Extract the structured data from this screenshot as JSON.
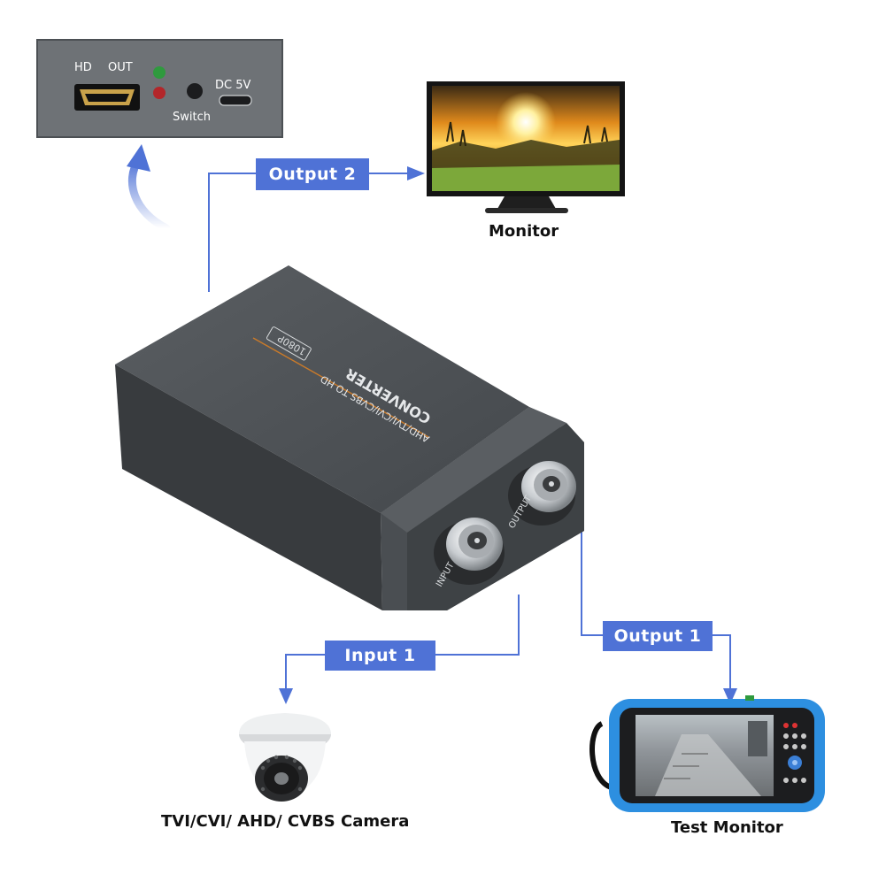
{
  "colors": {
    "accent": "#4f72d6",
    "device_body": "#4c5054",
    "device_dark": "#34383b",
    "panel_face": "#6e7276",
    "hdmi_gold": "#c9a24a",
    "led_green": "#2f9a3e",
    "led_red": "#b3262a",
    "tester_blue": "#2d8fe0"
  },
  "inset_panel": {
    "hd_label": "HD",
    "out_label": "OUT",
    "switch_label": "Switch",
    "dc_label": "DC 5V"
  },
  "device": {
    "title_line1": "CONVERTER",
    "title_line2": "AHD/TVI/CVI/CVBS TO HD",
    "badge": "1080P",
    "input_port_label": "INPUT",
    "output_port_label": "OUTPUT"
  },
  "flow": {
    "output2": "Output 2",
    "input1": "Input 1",
    "output1": "Output 1"
  },
  "captions": {
    "monitor": "Monitor",
    "camera": "TVI/CVI/ AHD/ CVBS Camera",
    "test_monitor": "Test Monitor"
  }
}
